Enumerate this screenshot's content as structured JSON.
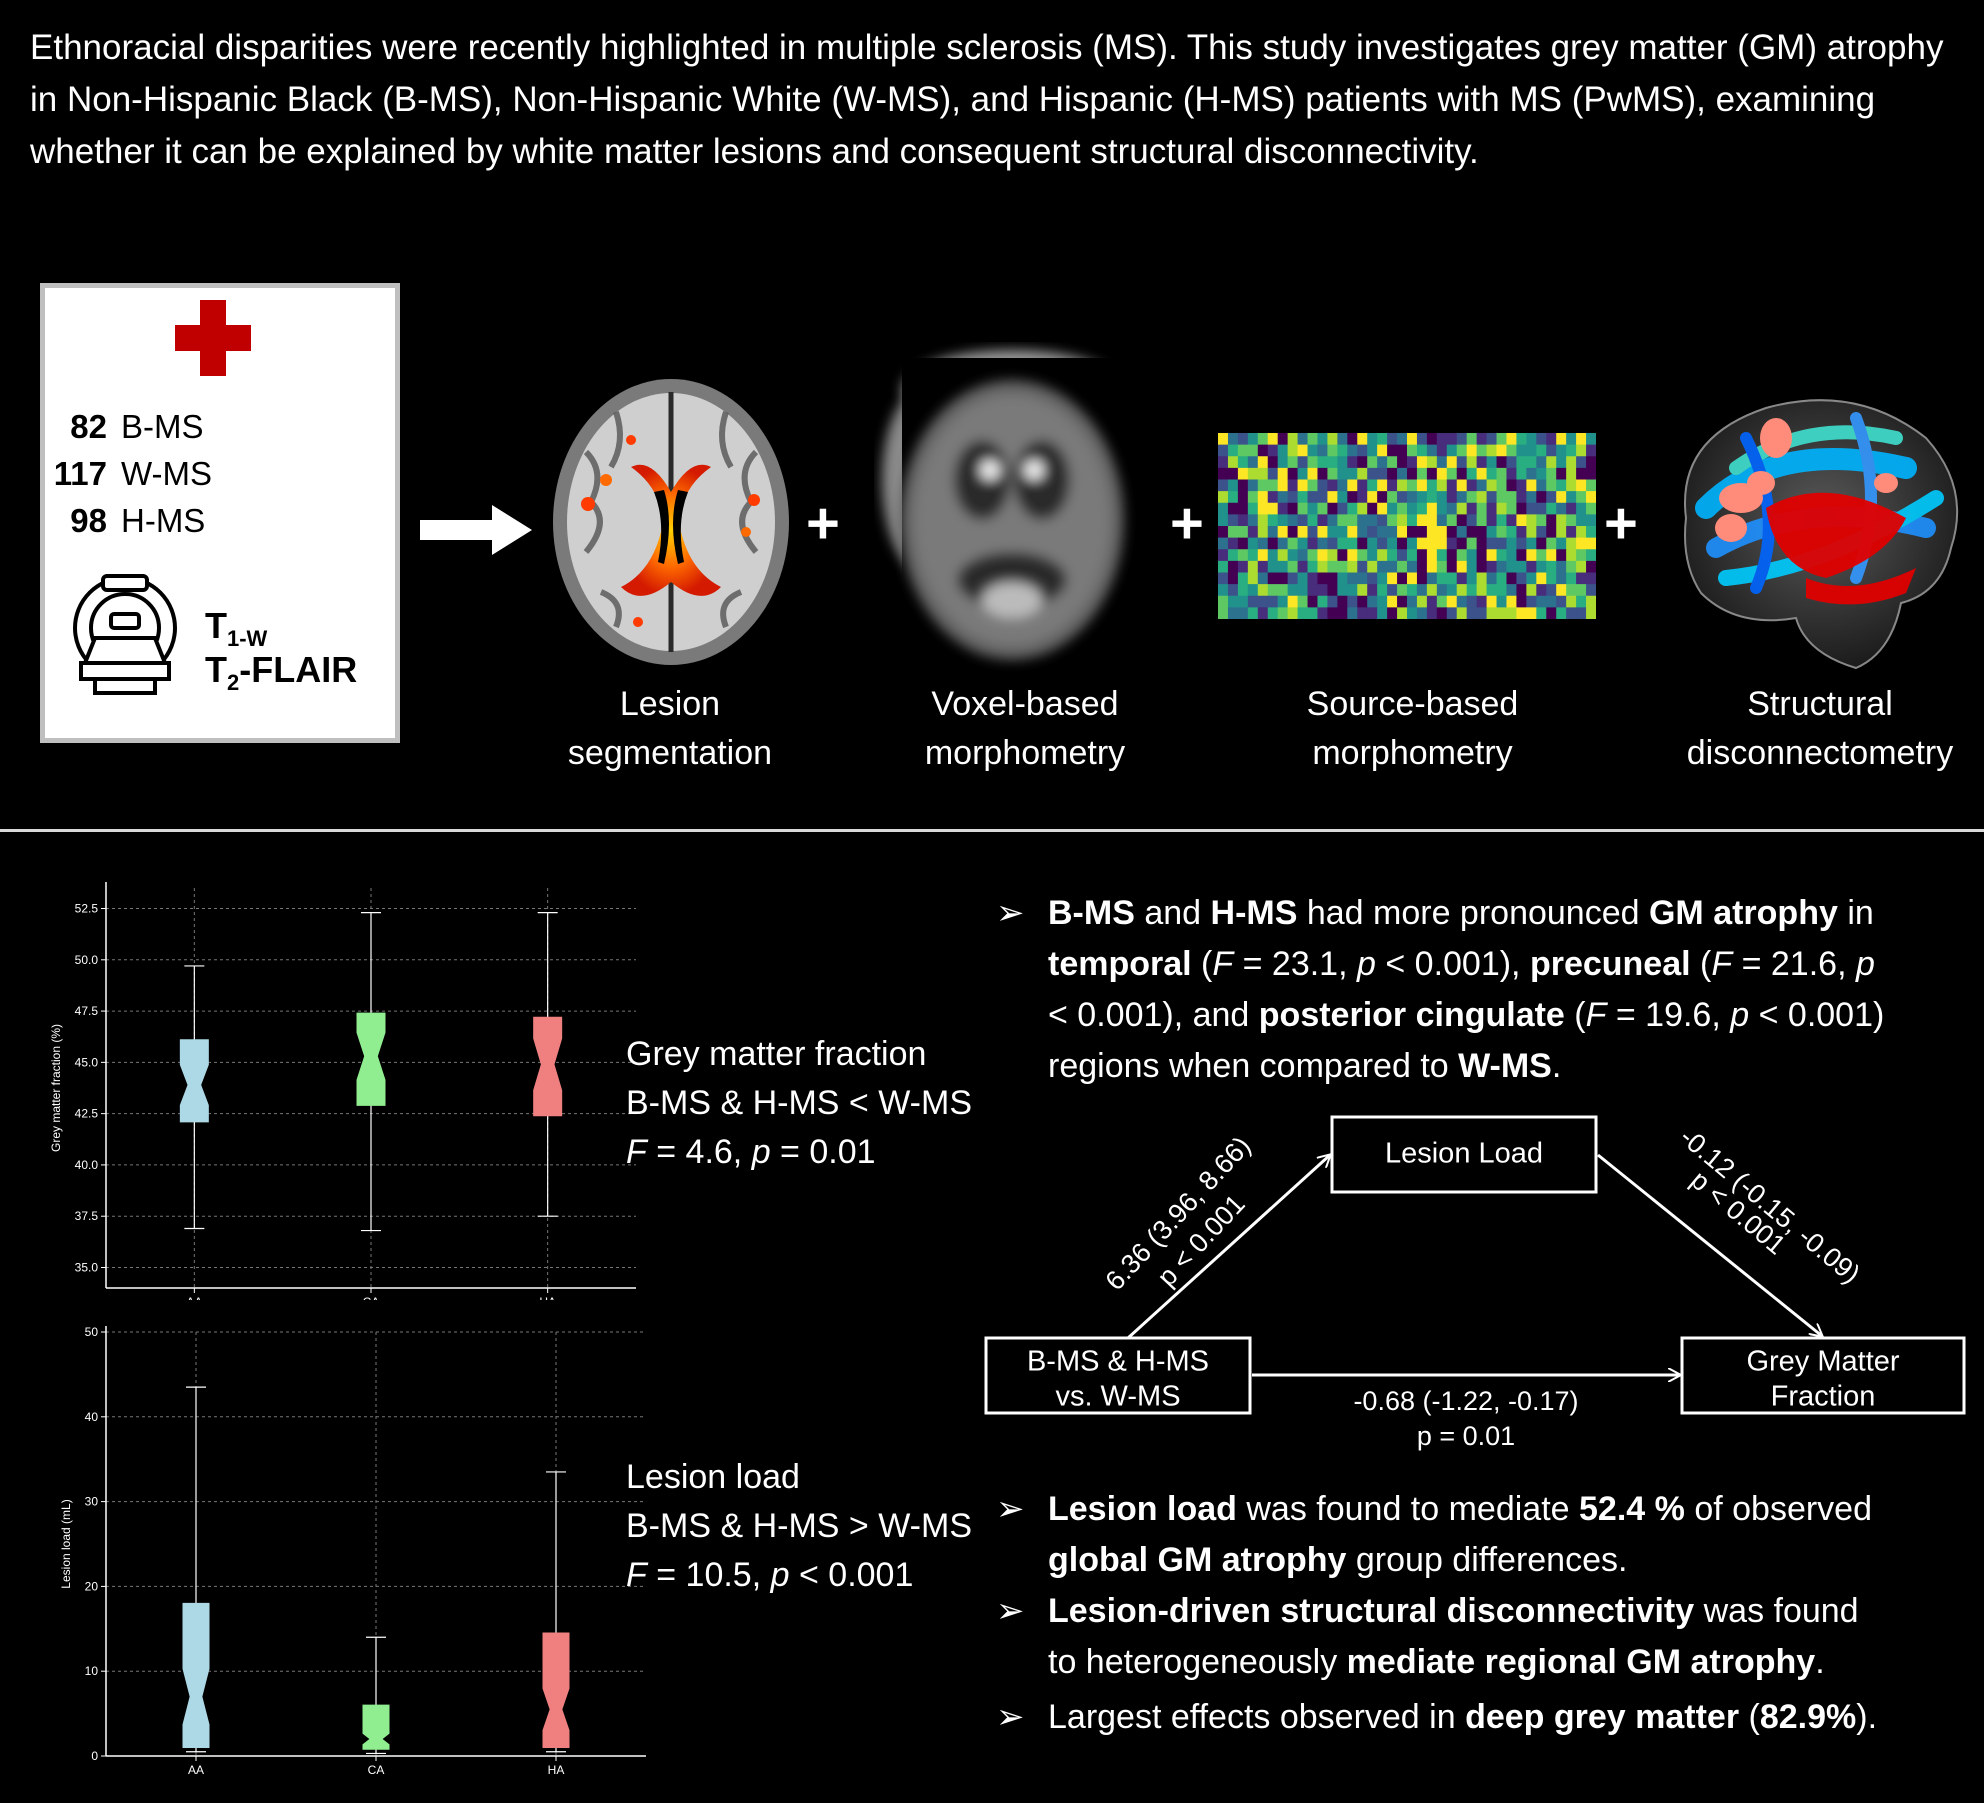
{
  "intro": "Ethnoracial disparities were recently highlighted in multiple sclerosis (MS). This study investigates grey matter (GM) atrophy in Non-Hispanic Black (B-MS), Non-Hispanic White (W-MS), and Hispanic (H-MS) patients with MS (PwMS), examining whether it can be explained by white matter lesions and consequent structural disconnectivity.",
  "cohort": {
    "groups": [
      {
        "n": "82",
        "label": "B-MS"
      },
      {
        "n": "117",
        "label": "W-MS"
      },
      {
        "n": "98",
        "label": "H-MS"
      }
    ],
    "seq1_main": "T",
    "seq1_sub": "1-W",
    "seq2_main": "T",
    "seq2_sub": "2",
    "seq2_rest": "-FLAIR",
    "icons": [
      "red-cross-icon",
      "mri-scanner-icon",
      "arrow-right-icon"
    ]
  },
  "methods": [
    {
      "l1": "Lesion",
      "l2": "segmentation"
    },
    {
      "l1": "Voxel-based",
      "l2": "morphometry"
    },
    {
      "l1": "Source-based",
      "l2": "morphometry"
    },
    {
      "l1": "Structural",
      "l2": "disconnectometry"
    }
  ],
  "plus": "+",
  "gm_stats": {
    "l1": "Grey matter fraction",
    "l2": "B-MS & H-MS < W-MS",
    "F": "F",
    "l3": " = 4.6, ",
    "p": "p",
    "l3b": " = 0.01"
  },
  "ll_stats": {
    "l1": "Lesion load",
    "l2": "B-MS & H-MS > W-MS",
    "F": "F",
    "l3": " = 10.5, ",
    "p": "p",
    "l3b": " < 0.001"
  },
  "bullet1": {
    "a": "B-MS",
    "b": " and ",
    "c": "H-MS",
    "d": " had more pronounced ",
    "e": "GM atrophy",
    "f": " in",
    "g": "temporal",
    "h": " (",
    "F1": "F",
    "i": " = 23.1, ",
    "p1": "p",
    "j": " < 0.001), ",
    "k": "precuneal",
    "l": " (",
    "F2": "F",
    "m": " = 21.6, ",
    "p2": "p",
    "n": "< 0.001), and ",
    "o": "posterior cingulate",
    "q": " (",
    "F3": "F",
    "r": " = 19.6, ",
    "p3": "p",
    "s": " < 0.001)",
    "t": "regions when compared to ",
    "u": "W-MS",
    "v": "."
  },
  "mediation": {
    "lesion_load": "Lesion Load",
    "group_l1": "B-MS & H-MS",
    "group_l2": "vs. W-MS",
    "gm_l1": "Grey Matter",
    "gm_l2": "Fraction",
    "path_a1": "6.36 (3.96, 8.66)",
    "path_a2": "p < 0.001",
    "path_b1": "-0.12 (-0.15, -0.09)",
    "path_b2": "p < 0.001",
    "path_c1": "-0.68 (-1.22, -0.17)",
    "path_c2": "p = 0.01"
  },
  "bullet2": {
    "a": "Lesion load",
    "b": " was found to mediate ",
    "c": "52.4 %",
    "d": " of observed",
    "e": "global GM atrophy",
    "f": " group differences."
  },
  "bullet3": {
    "a": "Lesion-driven structural disconnectivity",
    "b": " was found",
    "c": "to heterogeneously ",
    "d": "mediate regional GM atrophy",
    "e": "."
  },
  "bullet4": {
    "a": "Largest effects observed in ",
    "b": "deep grey matter",
    "c": " (",
    "d": "82.9%",
    "e": ")."
  },
  "arrow_glyph": "➢",
  "chart_data": [
    {
      "type": "box",
      "ylabel": "Grey matter fraction (%)",
      "categories": [
        "AA",
        "CA",
        "HA"
      ],
      "yticks": [
        "35.0",
        "37.5",
        "40.0",
        "42.5",
        "45.0",
        "47.5",
        "50.0",
        "52.5"
      ],
      "ylim": [
        34.0,
        53.5
      ],
      "grid": true,
      "boxes": [
        {
          "min": 36.9,
          "q1": 42.1,
          "median": 43.9,
          "q3": 46.1,
          "max": 49.7,
          "color": "#add8e6"
        },
        {
          "min": 36.8,
          "q1": 42.9,
          "median": 45.3,
          "q3": 47.4,
          "max": 52.3,
          "color": "#90ee90"
        },
        {
          "min": 37.5,
          "q1": 42.4,
          "median": 44.9,
          "q3": 47.2,
          "max": 52.3,
          "color": "#f08080"
        }
      ]
    },
    {
      "type": "box",
      "ylabel": "Lesion load (mL)",
      "categories": [
        "AA",
        "CA",
        "HA"
      ],
      "yticks": [
        "0",
        "10",
        "20",
        "30",
        "40",
        "50"
      ],
      "ylim": [
        0,
        50
      ],
      "grid": true,
      "boxes": [
        {
          "min": 0.5,
          "q1": 1.0,
          "median": 7.0,
          "q3": 18.0,
          "max": 43.5,
          "color": "#add8e6"
        },
        {
          "min": 0.3,
          "q1": 0.8,
          "median": 2.0,
          "q3": 6.0,
          "max": 14.0,
          "color": "#90ee90"
        },
        {
          "min": 0.5,
          "q1": 1.0,
          "median": 5.5,
          "q3": 14.5,
          "max": 33.5,
          "color": "#f08080"
        }
      ]
    }
  ]
}
